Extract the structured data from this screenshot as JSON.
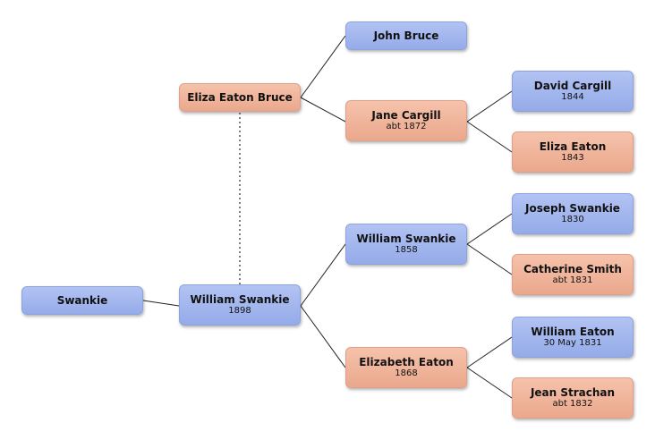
{
  "people": {
    "swankie": {
      "name": "Swankie",
      "date": ""
    },
    "william_1898": {
      "name": "William Swankie",
      "date": "1898"
    },
    "eliza_eaton_bruce": {
      "name": "Eliza Eaton Bruce",
      "date": ""
    },
    "john_bruce": {
      "name": "John Bruce",
      "date": ""
    },
    "jane_cargill": {
      "name": "Jane Cargill",
      "date": "abt 1872"
    },
    "david_cargill": {
      "name": "David Cargill",
      "date": "1844"
    },
    "eliza_eaton": {
      "name": "Eliza Eaton",
      "date": "1843"
    },
    "william_1858": {
      "name": "William Swankie",
      "date": "1858"
    },
    "joseph_swankie": {
      "name": "Joseph Swankie",
      "date": "1830"
    },
    "catherine_smith": {
      "name": "Catherine Smith",
      "date": "abt 1831"
    },
    "elizabeth_eaton": {
      "name": "Elizabeth Eaton",
      "date": "1868"
    },
    "william_eaton": {
      "name": "William Eaton",
      "date": "30 May 1831"
    },
    "jean_strachan": {
      "name": "Jean Strachan",
      "date": "abt 1832"
    }
  },
  "colors": {
    "male": "#9fb3ee",
    "female": "#f0b59c",
    "line": "#222222",
    "spouse_line": "#555555"
  }
}
